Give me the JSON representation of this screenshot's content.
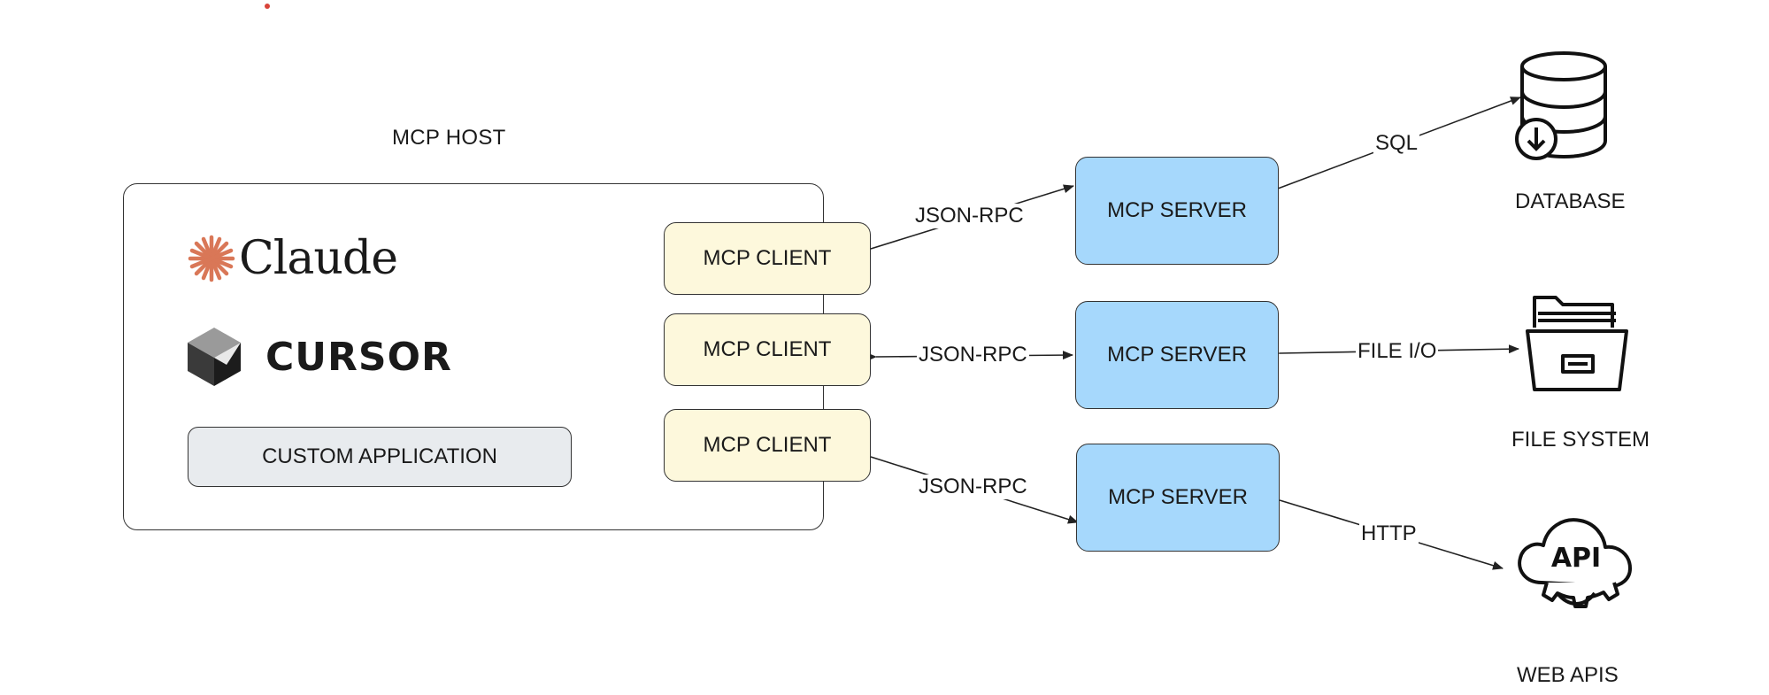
{
  "host": {
    "title": "MCP HOST",
    "apps": {
      "claude": "Claude",
      "cursor": "CURSOR",
      "custom": "CUSTOM APPLICATION"
    }
  },
  "clients": [
    "MCP CLIENT",
    "MCP CLIENT",
    "MCP CLIENT"
  ],
  "servers": [
    "MCP SERVER",
    "MCP SERVER",
    "MCP SERVER"
  ],
  "links": {
    "client_server": [
      "JSON-RPC",
      "JSON-RPC",
      "JSON-RPC"
    ],
    "server_resource": [
      "SQL",
      "FILE I/O",
      "HTTP"
    ]
  },
  "resources": [
    {
      "label": "DATABASE",
      "icon": "database-icon"
    },
    {
      "label": "FILE SYSTEM",
      "icon": "file-cabinet-icon"
    },
    {
      "label": "WEB APIS",
      "icon": "api-cloud-gear-icon"
    }
  ],
  "icon_text": {
    "api": "API"
  },
  "colors": {
    "client": "#fdf8dc",
    "server": "#a6d8fc",
    "custom_app": "#e8ebee",
    "claude_brand": "#d97757"
  }
}
